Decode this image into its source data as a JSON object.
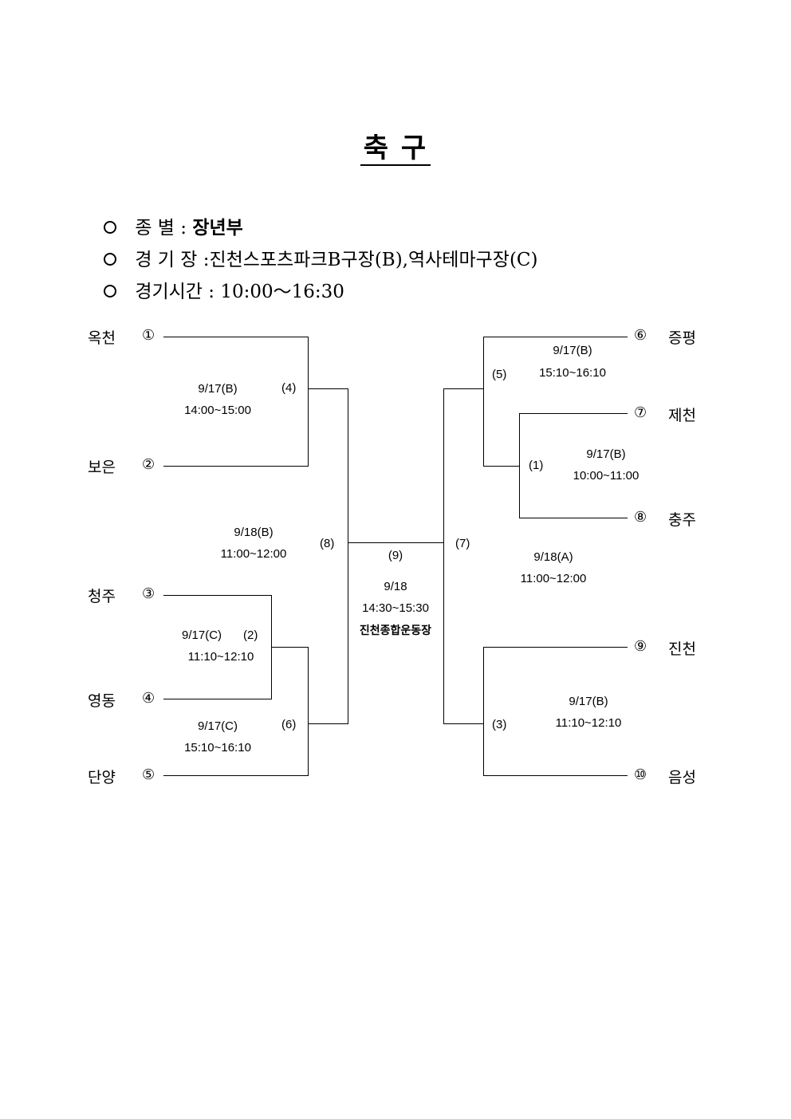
{
  "title": "축   구",
  "info": {
    "category_label": "종        별 :",
    "category_value": "장년부",
    "venue_label": "경  기  장 :",
    "venue_value": "진천스포츠파크B구장(B),역사테마구장(C)",
    "time_label": "경기시간 :",
    "time_value": "10:00～16:30"
  },
  "teams": [
    {
      "name": "옥천",
      "num": "①"
    },
    {
      "name": "보은",
      "num": "②"
    },
    {
      "name": "청주",
      "num": "③"
    },
    {
      "name": "영동",
      "num": "④"
    },
    {
      "name": "단양",
      "num": "⑤"
    },
    {
      "name": "증평",
      "num": "⑥"
    },
    {
      "name": "제천",
      "num": "⑦"
    },
    {
      "name": "충주",
      "num": "⑧"
    },
    {
      "name": "진천",
      "num": "⑨"
    },
    {
      "name": "음성",
      "num": "⑩"
    }
  ],
  "matches": {
    "m1": {
      "no": "(1)",
      "date": "9/17(B)",
      "time": "10:00~11:00"
    },
    "m2": {
      "no": "(2)",
      "date": "9/17(C)",
      "time": "11:10~12:10"
    },
    "m3": {
      "no": "(3)",
      "date": "9/17(B)",
      "time": "11:10~12:10"
    },
    "m4": {
      "no": "(4)",
      "date": "9/17(B)",
      "time": "14:00~15:00"
    },
    "m5": {
      "no": "(5)",
      "date": "9/17(B)",
      "time": "15:10~16:10"
    },
    "m6": {
      "no": "(6)",
      "date": "9/17(C)",
      "time": "15:10~16:10"
    },
    "m7": {
      "no": "(7)",
      "date": "9/18(A)",
      "time": "11:00~12:00"
    },
    "m8": {
      "no": "(8)",
      "date": "9/18(B)",
      "time": "11:00~12:00"
    },
    "m9": {
      "no": "(9)",
      "date": "9/18",
      "time": "14:30~15:30",
      "venue": "진천종합운동장"
    }
  }
}
